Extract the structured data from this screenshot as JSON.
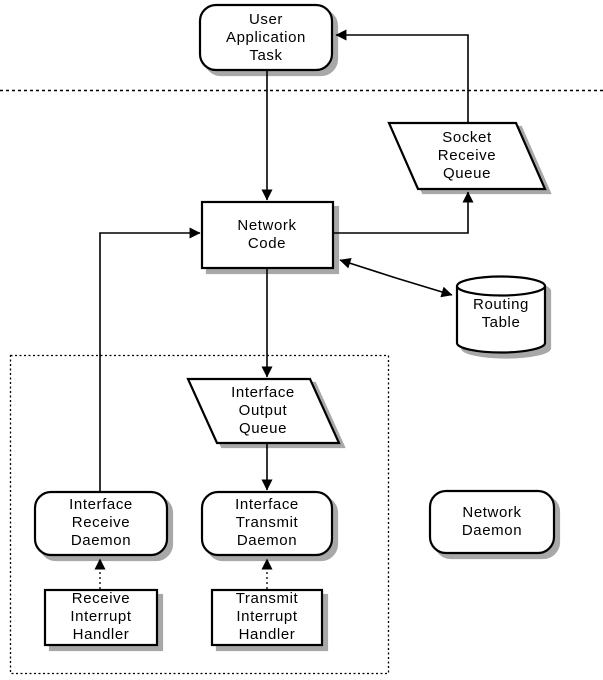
{
  "diagram": {
    "nodes": {
      "user_application_task": {
        "label": "User\nApplication\nTask",
        "shape": "rounded-rect"
      },
      "socket_receive_queue": {
        "label": "Socket\nReceive\nQueue",
        "shape": "parallelogram"
      },
      "network_code": {
        "label": "Network\nCode",
        "shape": "rect"
      },
      "routing_table": {
        "label": "Routing\nTable",
        "shape": "cylinder"
      },
      "interface_output_queue": {
        "label": "Interface\nOutput\nQueue",
        "shape": "parallelogram"
      },
      "interface_receive_daemon": {
        "label": "Interface\nReceive\nDaemon",
        "shape": "rounded-rect"
      },
      "interface_transmit_daemon": {
        "label": "Interface\nTransmit\nDaemon",
        "shape": "rounded-rect"
      },
      "network_daemon": {
        "label": "Network\nDaemon",
        "shape": "rounded-rect"
      },
      "receive_interrupt_handler": {
        "label": "Receive\nInterrupt\nHandler",
        "shape": "rect"
      },
      "transmit_interrupt_handler": {
        "label": "Transmit\nInterrupt\nHandler",
        "shape": "rect"
      }
    },
    "edges": [
      {
        "from": "user_application_task",
        "to": "network_code",
        "style": "solid",
        "direction": "forward"
      },
      {
        "from": "socket_receive_queue",
        "to": "user_application_task",
        "style": "solid",
        "direction": "forward"
      },
      {
        "from": "network_code",
        "to": "socket_receive_queue",
        "style": "solid",
        "direction": "forward"
      },
      {
        "from": "network_code",
        "to": "routing_table",
        "style": "solid",
        "direction": "both"
      },
      {
        "from": "network_code",
        "to": "interface_output_queue",
        "style": "solid",
        "direction": "forward"
      },
      {
        "from": "interface_output_queue",
        "to": "interface_transmit_daemon",
        "style": "solid",
        "direction": "forward"
      },
      {
        "from": "interface_receive_daemon",
        "to": "network_code",
        "style": "solid",
        "direction": "forward"
      },
      {
        "from": "receive_interrupt_handler",
        "to": "interface_receive_daemon",
        "style": "dotted",
        "direction": "forward"
      },
      {
        "from": "transmit_interrupt_handler",
        "to": "interface_transmit_daemon",
        "style": "dotted",
        "direction": "forward"
      }
    ],
    "regions": [
      {
        "name": "user-kernel-separator",
        "style": "dotted-line"
      },
      {
        "name": "driver-interrupt-boundary",
        "style": "dotted-rect"
      }
    ],
    "colors": {
      "stroke": "#000000",
      "fill": "#ffffff",
      "shadow": "#a8a8a8",
      "background": "#ffffff"
    }
  }
}
